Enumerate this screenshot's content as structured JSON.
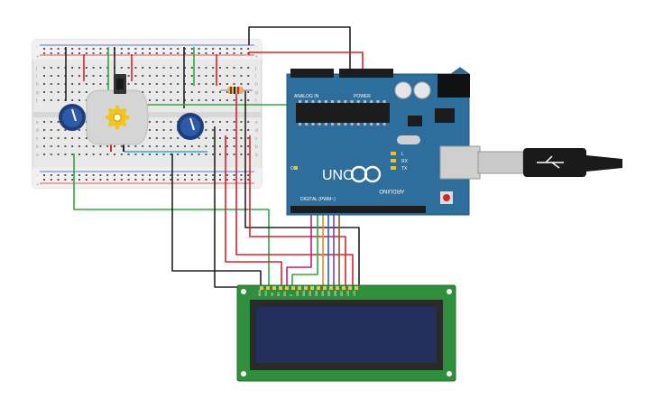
{
  "breadboard": {
    "row_labels": [
      "j",
      "i",
      "h",
      "g",
      "f",
      "e",
      "d",
      "c",
      "b",
      "a"
    ],
    "rail_plus": "+",
    "rail_minus": "-"
  },
  "arduino": {
    "logo_text": "UNO",
    "brand_text": "ARDUINO",
    "analog_label": "ANALOG IN",
    "power_label": "POWER",
    "digital_label": "DIGITAL (PWM~)",
    "tx_label": "TX",
    "rx_label": "RX",
    "on_label": "ON",
    "l_label": "L"
  },
  "lcd": {
    "pin_labels": [
      "GND",
      "VCC",
      "V0",
      "RS",
      "RW",
      "E",
      "DB0",
      "DB1",
      "DB2",
      "DB3",
      "DB4",
      "DB5",
      "DB6",
      "DB7",
      "LED",
      "LED"
    ]
  },
  "colors": {
    "breadboard": "#e6e6e6",
    "arduino_board": "#2d6e9c",
    "lcd_pcb": "#2f8f3c",
    "lcd_screen": "#23305e",
    "wire_red": "#d9232a",
    "wire_black": "#222222",
    "wire_green": "#2eaa3b",
    "wire_magenta": "#c2188a",
    "wire_orange": "#e58a1e",
    "wire_blue": "#2a5bd7",
    "wire_purple": "#7b3fb0",
    "wire_brown": "#8b5a2b",
    "wire_cyan": "#36a8d8",
    "usb_cable": "#1a1a1a"
  },
  "icons": [
    "potentiometer-icon",
    "dc-motor-icon",
    "pushbutton-icon",
    "resistor-icon",
    "usb-plug-icon",
    "reset-button-icon",
    "arduino-logo-icon"
  ]
}
